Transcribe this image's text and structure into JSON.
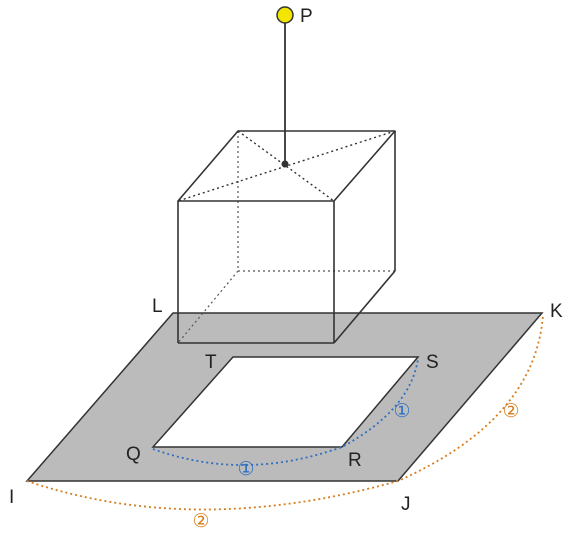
{
  "points": {
    "P": "P",
    "L": "L",
    "K": "K",
    "T": "T",
    "S": "S",
    "Q": "Q",
    "R": "R",
    "I": "I",
    "J": "J"
  },
  "path_labels": {
    "path1_a": "①",
    "path1_b": "①",
    "path2_a": "②",
    "path2_b": "②"
  },
  "colors": {
    "sheet_fill": "#bbbbbb",
    "edge": "#333333",
    "light_pin": "#f2e600",
    "path1": "#2e6fc2",
    "path2": "#d67e1e"
  }
}
